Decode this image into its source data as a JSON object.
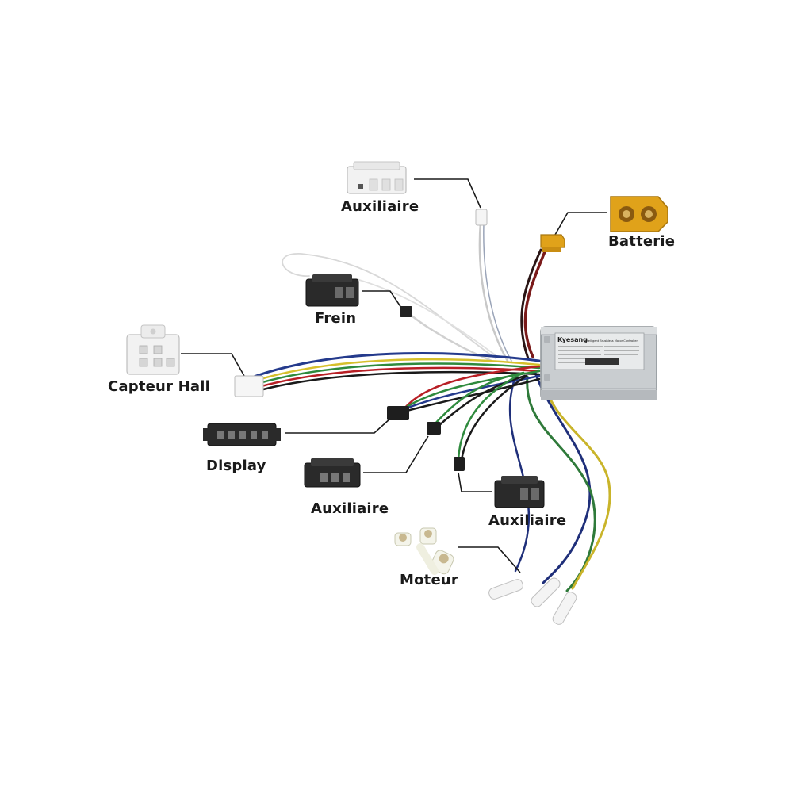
{
  "labels": {
    "auxiliaire_top": "Auxiliaire",
    "batterie": "Batterie",
    "frein": "Frein",
    "capteur_hall": "Capteur Hall",
    "display": "Display",
    "auxiliaire_left": "Auxiliaire",
    "auxiliaire_right": "Auxiliaire",
    "moteur": "Moteur"
  },
  "controller": {
    "brand": "Kyesang",
    "subtitle": "Intelligent Brushless Motor Controller"
  },
  "colors": {
    "battery_connector": "#e0a21a",
    "controller_body": "#c9cdd0",
    "connector_black": "#2a2a2a",
    "connector_white": "#f2f2f2",
    "phase_blue": "#1f2f7a",
    "phase_green": "#2f7a3a",
    "phase_yellow": "#c9b42a",
    "power_red": "#7a1a1a"
  }
}
